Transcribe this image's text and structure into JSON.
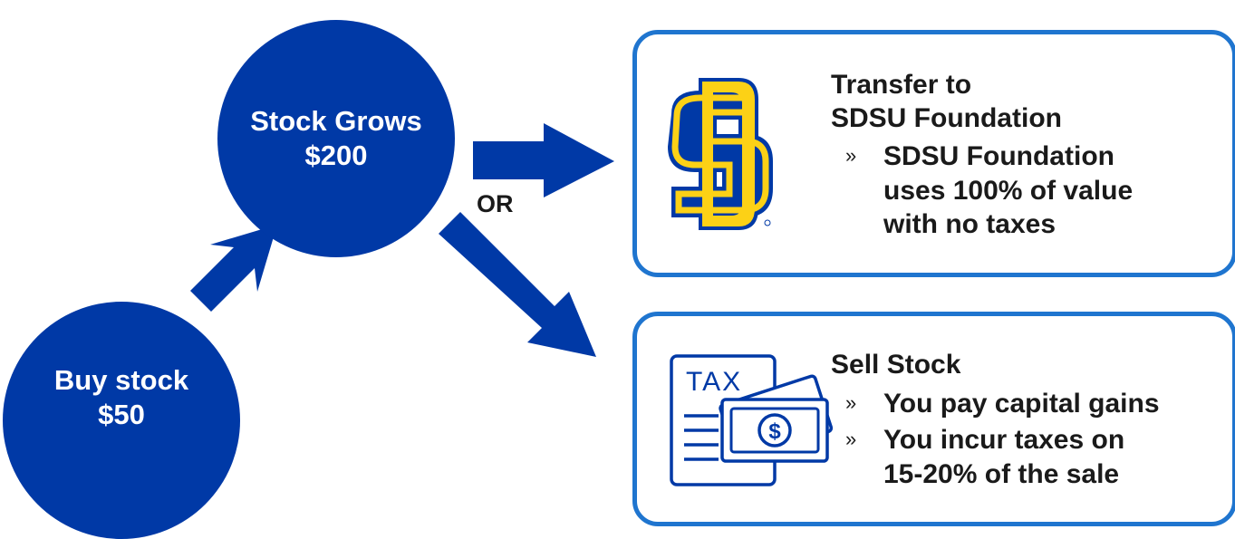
{
  "nodes": {
    "buy": {
      "line1": "Buy stock",
      "line2": "$50"
    },
    "grow": {
      "line1": "Stock Grows",
      "line2": "$200"
    }
  },
  "or_label": "OR",
  "transfer": {
    "title_line1": "Transfer to",
    "title_line2": "SDSU Foundation",
    "bullet_mark": "»",
    "bullet_lines": [
      "SDSU Foundation",
      "uses 100% of value",
      "with no taxes"
    ],
    "logo_name": "sdsu-logo-icon",
    "logo_letters": "SD"
  },
  "sell": {
    "title": "Sell Stock",
    "bullet_mark": "»",
    "bullets": [
      {
        "lines": [
          "You pay capital gains"
        ]
      },
      {
        "lines": [
          "You incur taxes on",
          "15-20% of the sale"
        ]
      }
    ],
    "icon_name": "tax-document-icon",
    "icon_text": "TAX",
    "money_symbol": "$"
  },
  "colors": {
    "circle": "#0039a6",
    "arrow": "#0039a6",
    "box_border": "#1f75cf",
    "logo_blue": "#0039a6",
    "logo_yellow": "#fcd116"
  }
}
